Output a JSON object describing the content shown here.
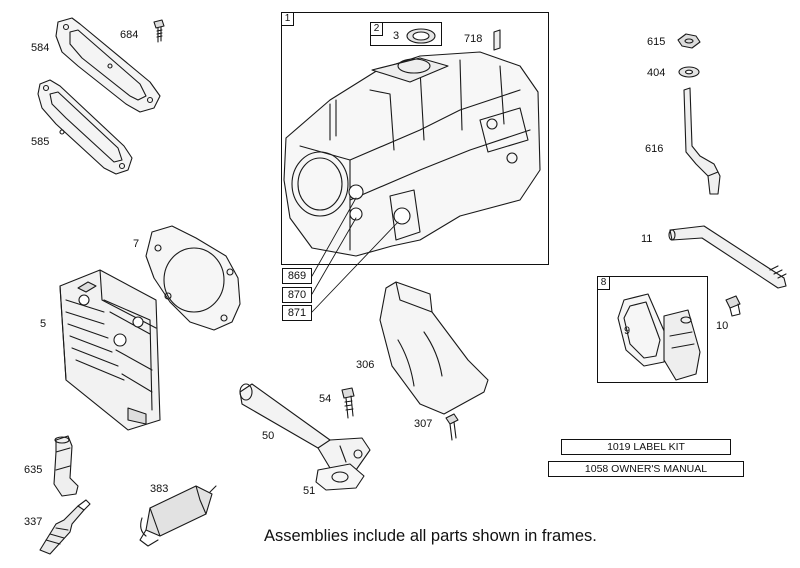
{
  "parts": {
    "p584": "584",
    "p684": "684",
    "p585": "585",
    "p7": "7",
    "p5": "5",
    "p635": "635",
    "p337": "337",
    "p383": "383",
    "p718": "718",
    "p3": "3",
    "p869": "869",
    "p870": "870",
    "p871": "871",
    "p306": "306",
    "p54": "54",
    "p50": "50",
    "p51": "51",
    "p307": "307",
    "p615": "615",
    "p404": "404",
    "p616": "616",
    "p11": "11",
    "p9": "9",
    "p10": "10"
  },
  "frames": {
    "f1": "1",
    "f2": "2",
    "f8": "8"
  },
  "kits": {
    "label_kit": "1019 LABEL KIT",
    "owners_manual": "1058 OWNER'S MANUAL"
  },
  "note": "Assemblies include all parts shown in frames."
}
